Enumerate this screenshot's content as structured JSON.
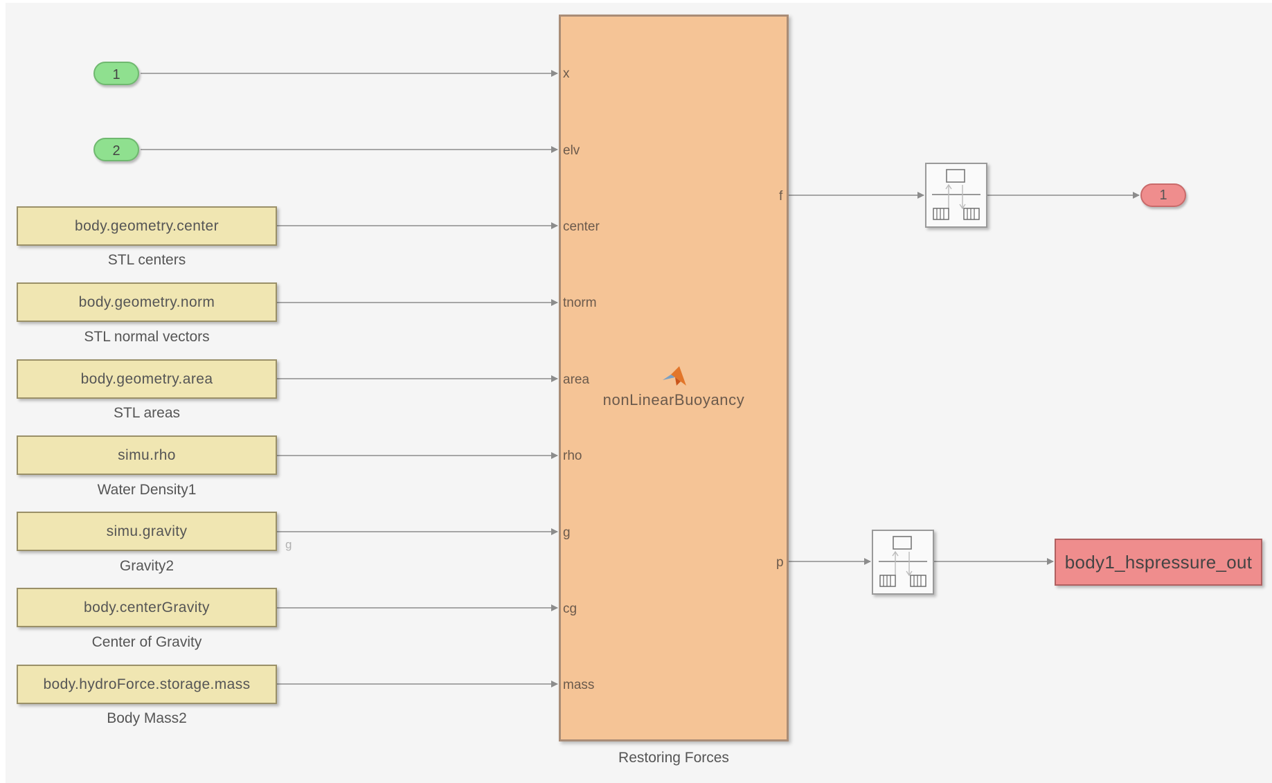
{
  "inports": [
    {
      "number": "1"
    },
    {
      "number": "2"
    }
  ],
  "constants": [
    {
      "value": "body.geometry.center",
      "label": "STL centers"
    },
    {
      "value": "body.geometry.norm",
      "label": "STL normal vectors"
    },
    {
      "value": "body.geometry.area",
      "label": "STL areas"
    },
    {
      "value": "simu.rho",
      "label": "Water Density1"
    },
    {
      "value": "simu.gravity",
      "label": "Gravity2"
    },
    {
      "value": "body.centerGravity",
      "label": "Center of Gravity"
    },
    {
      "value": "body.hydroForce.storage.mass",
      "label": "Body Mass2"
    }
  ],
  "signal_label": "g",
  "function_block": {
    "name": "nonLinearBuoyancy",
    "label": "Restoring Forces",
    "icon": "matlab-icon",
    "inputs": [
      "x",
      "elv",
      "center",
      "tnorm",
      "area",
      "rho",
      "g",
      "cg",
      "mass"
    ],
    "outputs": [
      "f",
      "p"
    ]
  },
  "rate_transitions": [
    {
      "icon": "rate-transition-icon"
    },
    {
      "icon": "rate-transition-icon"
    }
  ],
  "outport": {
    "number": "1"
  },
  "goto": {
    "tag": "body1_hspressure_out"
  },
  "colors": {
    "inport": "#8fe08f",
    "outport": "#ef8d8d",
    "constant": "#f0e6b2",
    "function_block": "#f5c496",
    "wire": "#8c8c8c"
  }
}
